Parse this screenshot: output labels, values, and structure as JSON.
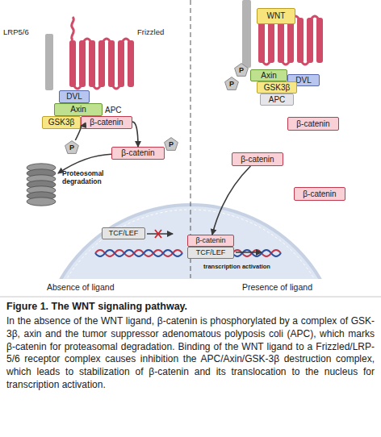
{
  "diagram": {
    "title": "Figure 1. The WNT signaling pathway.",
    "caption": "In the absence of the WNT ligand, β-catenin is phosphorylated by a complex of GSK-3β, axin and the tumor suppressor adenomatous polyposis coli (APC), which marks β-catenin for proteasomal degradation. Binding of the WNT ligand to a Frizzled/LRP-5/6 receptor complex causes inhibition the APC/Axin/GSK-3β destruction complex, which leads to stabilization of β-catenin and its translocation to the nucleus for transcription activation.",
    "nodes": [
      {
        "text": [
          "DVL"
        ]
      },
      {
        "text": [
          "Axin"
        ]
      },
      {
        "text": [
          "GSK3β"
        ]
      },
      {
        "text": [
          "β-catenin"
        ]
      },
      {
        "text": [
          "P"
        ]
      },
      {
        "text": [
          "β-catenin"
        ]
      },
      {
        "text": [
          "P"
        ]
      },
      {
        "text": [
          "Proteosomal degradation"
        ]
      },
      {
        "text": [
          "TCF/LEF"
        ]
      },
      {
        "text": [
          "WNT"
        ]
      },
      {
        "text": [
          "P"
        ]
      },
      {
        "text": [
          "P"
        ]
      },
      {
        "text": [
          "Axin"
        ]
      },
      {
        "text": [
          "DVL"
        ]
      },
      {
        "text": [
          "GSK3β"
        ]
      },
      {
        "text": [
          "APC"
        ]
      },
      {
        "text": [
          "β-catenin"
        ]
      },
      {
        "text": [
          "β-catenin"
        ]
      },
      {
        "text": [
          "β-catenin"
        ]
      },
      {
        "text": [
          "β-catenin"
        ]
      },
      {
        "text": [
          "TCF/LEF"
        ]
      }
    ],
    "edges": [
      {
        "from": 4,
        "to": 3,
        "arrow": "to"
      },
      {
        "from": 3,
        "to": 5,
        "arrow": "to"
      },
      {
        "from": 5,
        "to": 7,
        "arrow": "to"
      },
      {
        "from": 17,
        "to": 19,
        "arrow": "to"
      }
    ],
    "labels": [
      "LRP5/6",
      "Frizzled",
      "APC",
      "transcription activation",
      "Absence of ligand",
      "Presence of ligand"
    ]
  }
}
